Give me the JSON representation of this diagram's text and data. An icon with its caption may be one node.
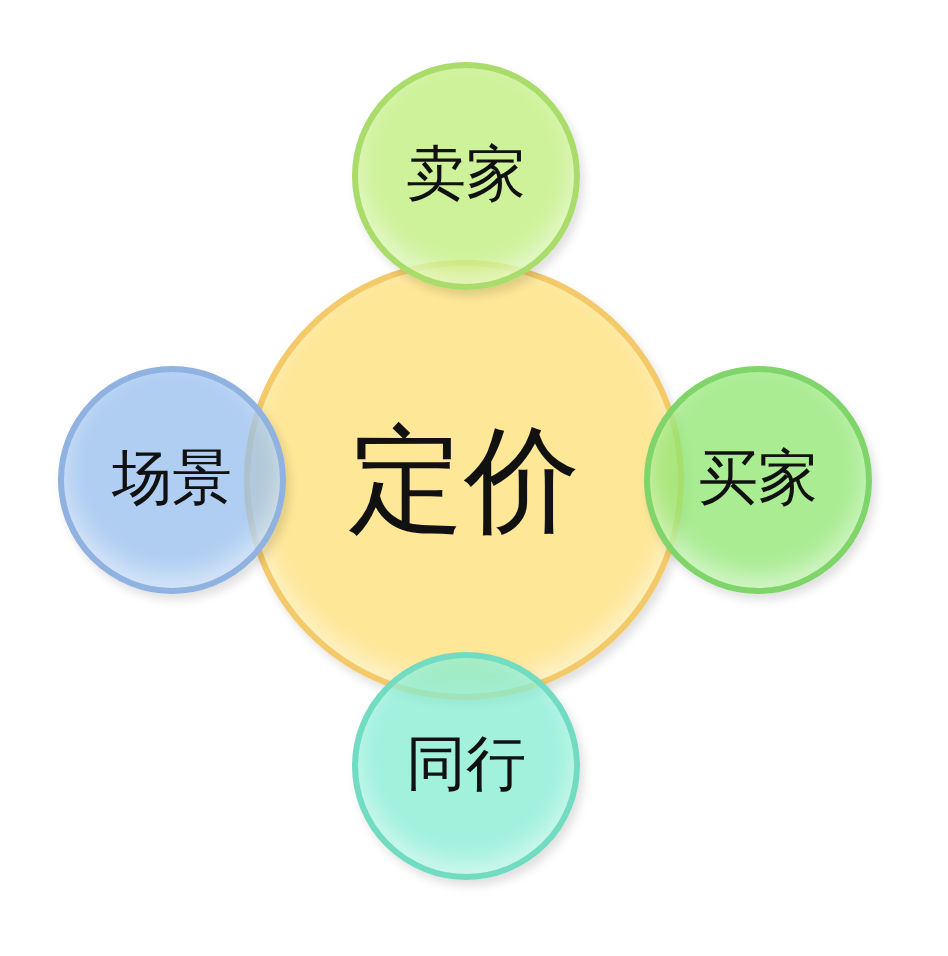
{
  "diagram": {
    "nodes": [
      {
        "text": [
          "卖家"
        ]
      },
      {
        "text": [
          "场景"
        ]
      },
      {
        "text": [
          "定价"
        ]
      },
      {
        "text": [
          "买家"
        ]
      },
      {
        "text": [
          "同行"
        ]
      }
    ]
  }
}
